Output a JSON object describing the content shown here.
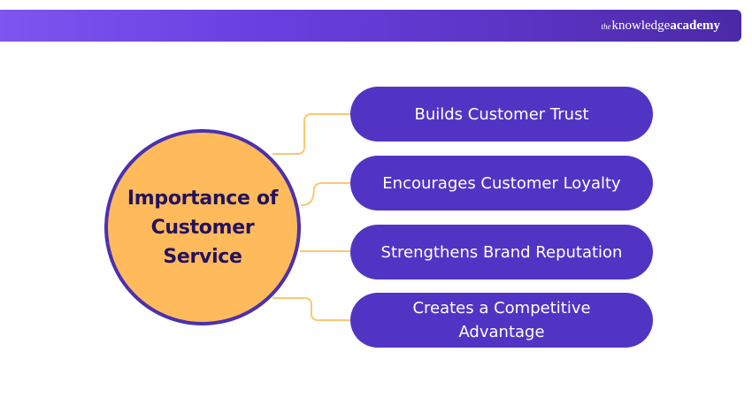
{
  "brand": {
    "prefix": "the",
    "knowledge": "knowledge",
    "academy": "academy"
  },
  "diagram": {
    "center_label": "Importance of Customer Service",
    "items": [
      "Builds Customer Trust",
      "Encourages Customer Loyalty",
      "Strengthens Brand Reputation",
      "Creates a Competitive Advantage"
    ]
  },
  "colors": {
    "header_gradient_start": "#7d55f0",
    "header_gradient_end": "#4a2aa6",
    "circle_fill": "#ffba5c",
    "circle_border": "#4b30b0",
    "center_text": "#24135c",
    "pill_fill": "#5134c4",
    "connector": "#f9c873"
  }
}
